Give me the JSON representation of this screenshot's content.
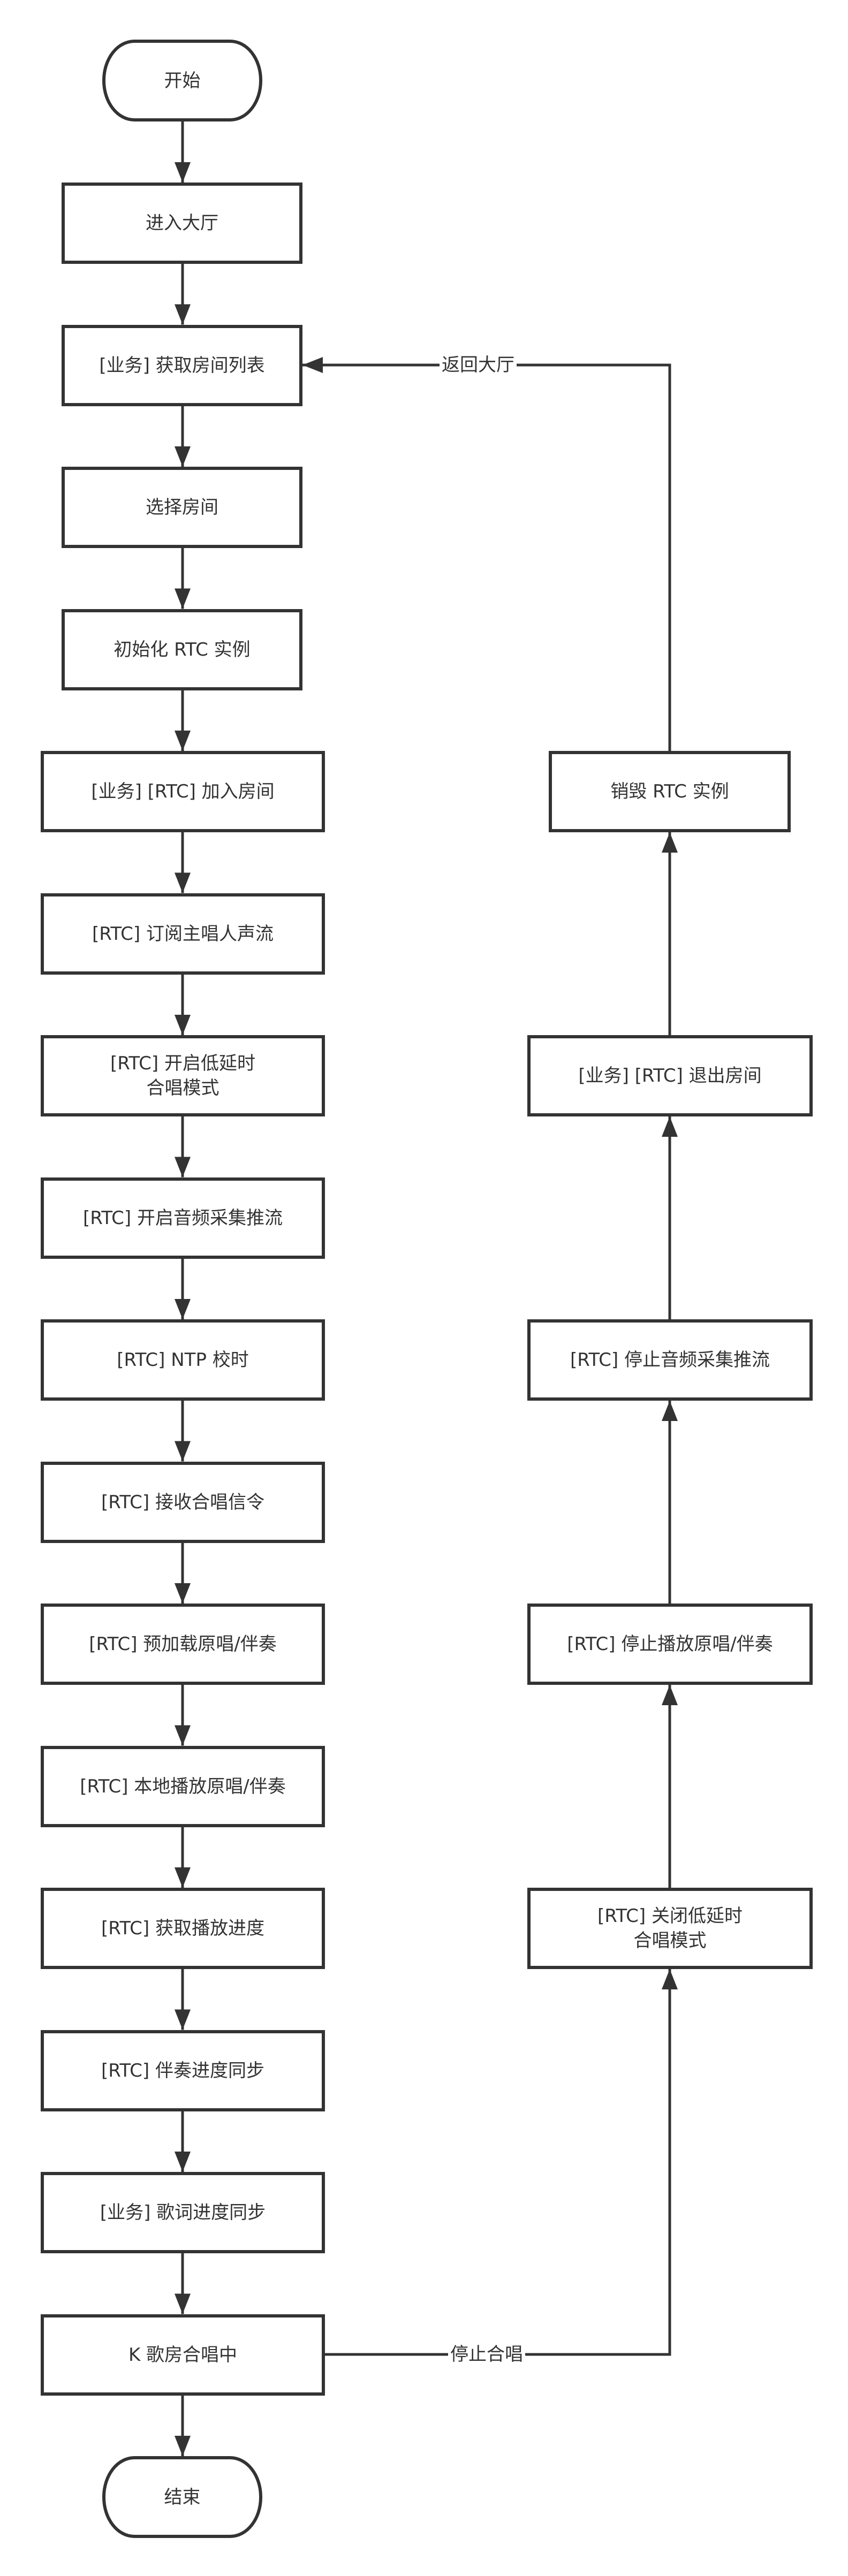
{
  "start": "开始",
  "end": "结束",
  "main_flow": [
    "进入大厅",
    "[业务] 获取房间列表",
    "选择房间",
    "初始化 RTC 实例",
    "[业务] [RTC] 加入房间",
    "[RTC] 订阅主唱人声流",
    "[RTC] 开启低延时\n合唱模式",
    "[RTC] 开启音频采集推流",
    "[RTC] NTP 校时",
    "[RTC] 接收合唱信令",
    "[RTC] 预加载原唱/伴奏",
    "[RTC] 本地播放原唱/伴奏",
    "[RTC] 获取播放进度",
    "[RTC] 伴奏进度同步",
    "[业务] 歌词进度同步",
    "K 歌房合唱中"
  ],
  "exit_flow": [
    "[RTC] 关闭低延时\n合唱模式",
    "[RTC] 停止播放原唱/伴奏",
    "[RTC] 停止音频采集推流",
    "[业务] [RTC] 退出房间",
    "销毁 RTC 实例"
  ],
  "edge_labels": {
    "stop_chorus": "停止合唱",
    "back_to_lobby": "返回大厅"
  },
  "colors": {
    "stroke": "#333333",
    "background": "#ffffff"
  }
}
